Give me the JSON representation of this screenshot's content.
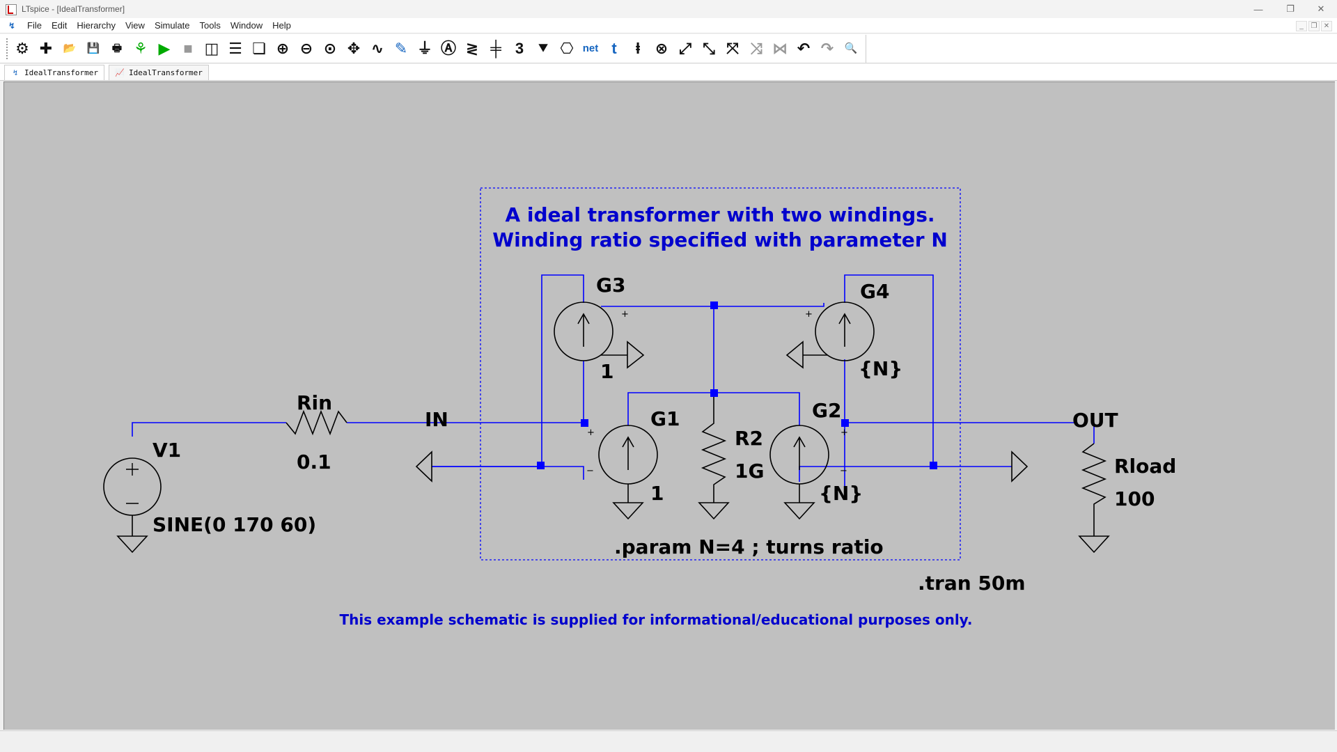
{
  "window": {
    "title": "LTspice - [IdealTransformer]",
    "controls": {
      "minimize": "—",
      "restore": "❐",
      "close": "✕"
    }
  },
  "menubar": {
    "items": [
      "File",
      "Edit",
      "Hierarchy",
      "View",
      "Simulate",
      "Tools",
      "Window",
      "Help"
    ]
  },
  "toolbar": {
    "buttons": [
      {
        "name": "settings-button",
        "icon": "gear-icon",
        "glyph": "⚙"
      },
      {
        "name": "new-schematic-button",
        "icon": "new-file-icon",
        "glyph": "✚"
      },
      {
        "name": "open-button",
        "icon": "folder-open-icon",
        "glyph": "📂"
      },
      {
        "name": "save-button",
        "icon": "floppy-disk-icon",
        "glyph": "💾"
      },
      {
        "name": "print-button",
        "icon": "printer-icon",
        "glyph": "🖶"
      },
      {
        "name": "control-panel-button",
        "icon": "control-panel-icon",
        "glyph": "⚘"
      },
      {
        "name": "run-button",
        "icon": "play-icon",
        "glyph": "▶"
      },
      {
        "name": "halt-button",
        "icon": "stop-icon",
        "glyph": "■"
      },
      {
        "name": "tile-vertical-button",
        "icon": "tile-vertical-icon",
        "glyph": "◫"
      },
      {
        "name": "tile-horizontal-button",
        "icon": "tile-horizontal-icon",
        "glyph": "☰"
      },
      {
        "name": "cascade-button",
        "icon": "cascade-windows-icon",
        "glyph": "❏"
      },
      {
        "name": "zoom-in-button",
        "icon": "zoom-in-icon",
        "glyph": "⊕"
      },
      {
        "name": "zoom-out-button",
        "icon": "zoom-out-icon",
        "glyph": "⊖"
      },
      {
        "name": "zoom-fit-button",
        "icon": "zoom-fit-icon",
        "glyph": "⊙"
      },
      {
        "name": "pan-button",
        "icon": "pan-icon",
        "glyph": "✥"
      },
      {
        "name": "waveform-button",
        "icon": "waveform-icon",
        "glyph": "∿"
      },
      {
        "name": "draw-wire-button",
        "icon": "wire-pencil-icon",
        "glyph": "✎"
      },
      {
        "name": "ground-button",
        "icon": "ground-icon",
        "glyph": "⏚"
      },
      {
        "name": "label-net-button",
        "icon": "net-label-icon",
        "glyph": "Ⓐ"
      },
      {
        "name": "resistor-button",
        "icon": "resistor-icon",
        "glyph": "≷"
      },
      {
        "name": "capacitor-button",
        "icon": "capacitor-icon",
        "glyph": "╪"
      },
      {
        "name": "inductor-button",
        "icon": "inductor-icon",
        "glyph": "3"
      },
      {
        "name": "diode-button",
        "icon": "diode-icon",
        "glyph": "⯆"
      },
      {
        "name": "component-button",
        "icon": "component-icon",
        "glyph": "⎔"
      },
      {
        "name": "spice-netlist-button",
        "icon": "net-icon",
        "glyph": "net"
      },
      {
        "name": "text-button",
        "icon": "text-t-icon",
        "glyph": "t"
      },
      {
        "name": "spice-directive-button",
        "icon": "spice-directive-icon",
        "glyph": "ⱡ"
      },
      {
        "name": "delete-button",
        "icon": "delete-x-icon",
        "glyph": "⊗"
      },
      {
        "name": "duplicate-button",
        "icon": "duplicate-icon",
        "glyph": "⤢"
      },
      {
        "name": "move-button",
        "icon": "move-icon",
        "glyph": "⤡"
      },
      {
        "name": "drag-button",
        "icon": "drag-icon",
        "glyph": "⤧"
      },
      {
        "name": "rotate-button",
        "icon": "rotate-icon",
        "glyph": "⤨"
      },
      {
        "name": "mirror-button",
        "icon": "mirror-icon",
        "glyph": "⋈"
      },
      {
        "name": "undo-button",
        "icon": "undo-icon",
        "glyph": "↶"
      },
      {
        "name": "redo-button",
        "icon": "redo-icon",
        "glyph": "↷"
      },
      {
        "name": "find-button",
        "icon": "magnifier-icon",
        "glyph": "🔍"
      }
    ]
  },
  "tabs": [
    {
      "label": "IdealTransformer",
      "icon": "schematic-icon",
      "glyph": "↯"
    },
    {
      "label": "IdealTransformer",
      "icon": "waveform-viewer-icon",
      "glyph": "📈"
    }
  ],
  "schematic": {
    "colors": {
      "background": "#c0c0c0",
      "wire": "#0000ff",
      "text": "#000000",
      "comment": "#0000cd",
      "junction": "#0000ff"
    },
    "comment_title_line1": "A ideal transformer with two windings.",
    "comment_title_line2": "Winding ratio specified with parameter N",
    "disclaimer": "This example schematic is supplied for informational/educational purposes only.",
    "directives": {
      "param": ".param N=4 ; turns ratio",
      "tran": ".tran 50m"
    },
    "nets": {
      "in": "IN",
      "out": "OUT"
    },
    "components": {
      "v1": {
        "name": "V1",
        "value": "SINE(0 170 60)"
      },
      "rin": {
        "name": "Rin",
        "value": "0.1"
      },
      "r2": {
        "name": "R2",
        "value": "1G"
      },
      "rload": {
        "name": "Rload",
        "value": "100"
      },
      "g1": {
        "name": "G1",
        "value": "1"
      },
      "g2": {
        "name": "G2",
        "value": "{N}"
      },
      "g3": {
        "name": "G3",
        "value": "1"
      },
      "g4": {
        "name": "G4",
        "value": "{N}"
      }
    },
    "pins": {
      "plus": "+",
      "minus": "−"
    }
  }
}
